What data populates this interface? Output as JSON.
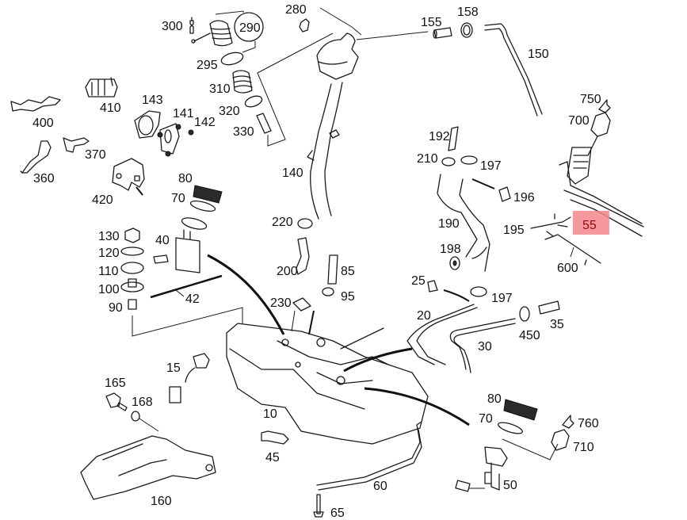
{
  "diagram": {
    "title": "Fuel tank assembly parts diagram",
    "highlight_color": "#f4868a",
    "highlighted_part": "55",
    "labels": {
      "p300": "300",
      "p290": "290",
      "p280": "280",
      "p155": "155",
      "p158": "158",
      "p150": "150",
      "p295": "295",
      "p310": "310",
      "p320": "320",
      "p330": "330",
      "p410": "410",
      "p400": "400",
      "p143": "143",
      "p141": "141",
      "p142": "142",
      "p370": "370",
      "p360": "360",
      "p420": "420",
      "p140": "140",
      "p750": "750",
      "p700": "700",
      "p192": "192",
      "p210": "210",
      "p197a": "197",
      "p196": "196",
      "p190": "190",
      "p195": "195",
      "p55": "55",
      "p600": "600",
      "p198": "198",
      "p80a": "80",
      "p70a": "70",
      "p40": "40",
      "p130": "130",
      "p120": "120",
      "p110": "110",
      "p100": "100",
      "p90": "90",
      "p42": "42",
      "p220": "220",
      "p200": "200",
      "p85": "85",
      "p230": "230",
      "p95": "95",
      "p25": "25",
      "p197b": "197",
      "p20": "20",
      "p450": "450",
      "p35": "35",
      "p30": "30",
      "p15": "15",
      "p165": "165",
      "p168": "168",
      "p10": "10",
      "p45": "45",
      "p160": "160",
      "p60": "60",
      "p65": "65",
      "p80b": "80",
      "p70b": "70",
      "p760": "760",
      "p710": "710",
      "p50": "50"
    }
  }
}
